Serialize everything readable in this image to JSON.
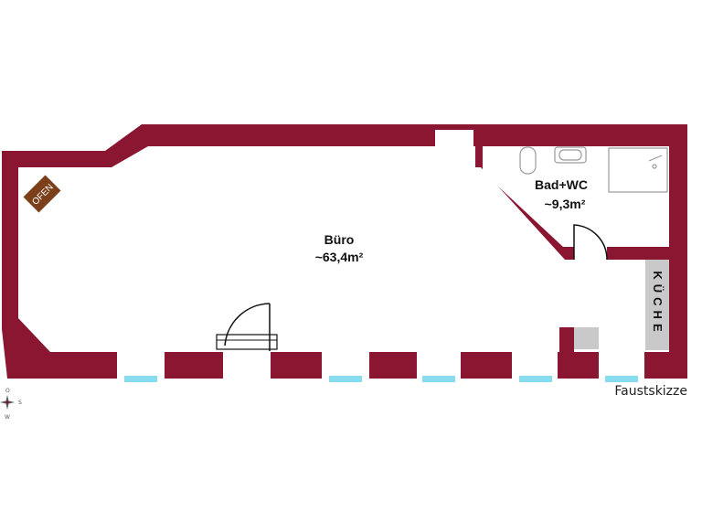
{
  "rooms": {
    "office": {
      "name": "Büro",
      "area": "~63,4m²"
    },
    "bath": {
      "name": "Bad+WC",
      "area": "~9,3m²"
    },
    "kitchen": {
      "name": "KÜCHE"
    }
  },
  "fixtures": {
    "stove": "OFEN"
  },
  "compass": {
    "north": "O",
    "east": "S",
    "south": "W"
  },
  "caption": "Faustskizze",
  "colors": {
    "wall": "#8b1632",
    "window": "#87dcf0",
    "stove": "#7b3f1a",
    "kitchen": "#c9c9c9"
  }
}
